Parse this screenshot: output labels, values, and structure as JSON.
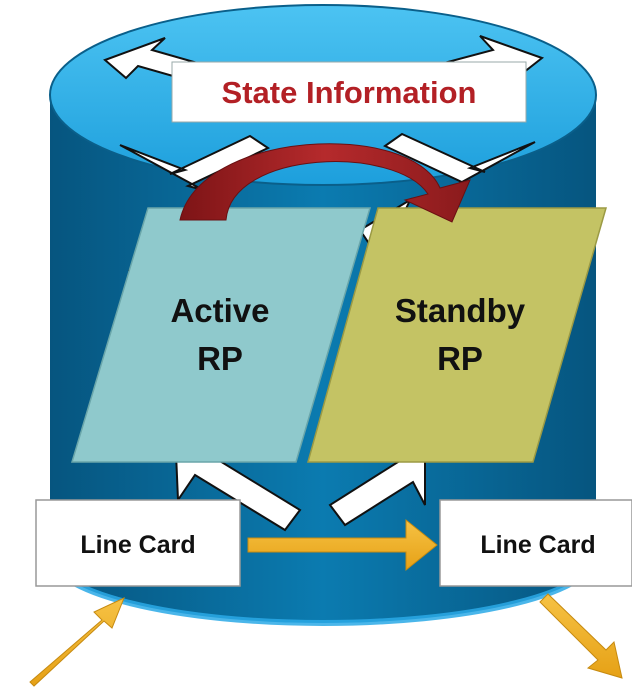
{
  "diagram": {
    "state_label": "State Information",
    "active_rp": {
      "line1": "Active",
      "line2": "RP"
    },
    "standby_rp": {
      "line1": "Standby",
      "line2": "RP"
    },
    "line_card_left": "Line Card",
    "line_card_right": "Line Card",
    "colors": {
      "cylinder_top": "#2aa9e6",
      "cylinder_body": "#0a73a3",
      "active_panel": "#8fc9cc",
      "standby_panel": "#c4c364",
      "state_text": "#b32025",
      "state_arrow": "#a01c20",
      "flow_arrow": "#f0b020"
    }
  }
}
